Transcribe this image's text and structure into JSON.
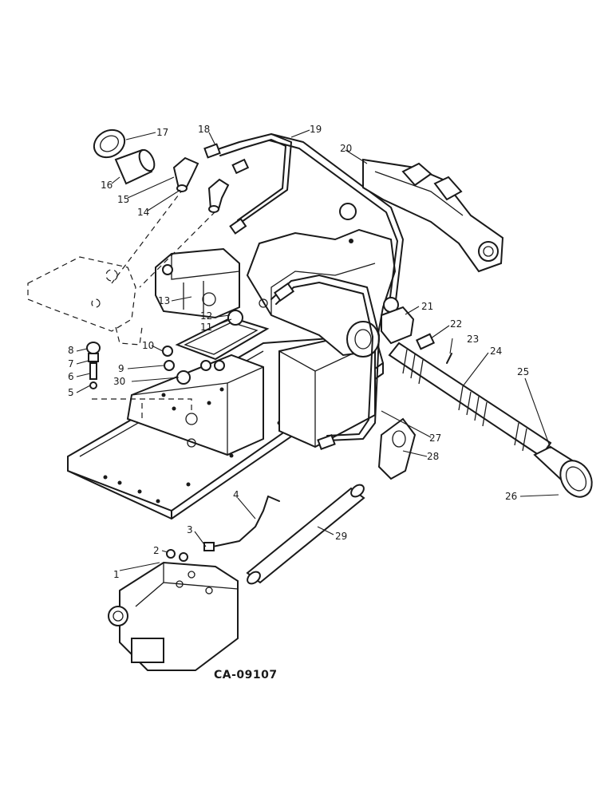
{
  "drawing_number": "CA-09107",
  "callouts": [
    "1",
    "2",
    "3",
    "4",
    "5",
    "6",
    "7",
    "8",
    "9",
    "10",
    "11",
    "12",
    "13",
    "14",
    "15",
    "16",
    "17",
    "18",
    "19",
    "20",
    "21",
    "22",
    "23",
    "24",
    "25",
    "26",
    "27",
    "28",
    "29",
    "30"
  ]
}
